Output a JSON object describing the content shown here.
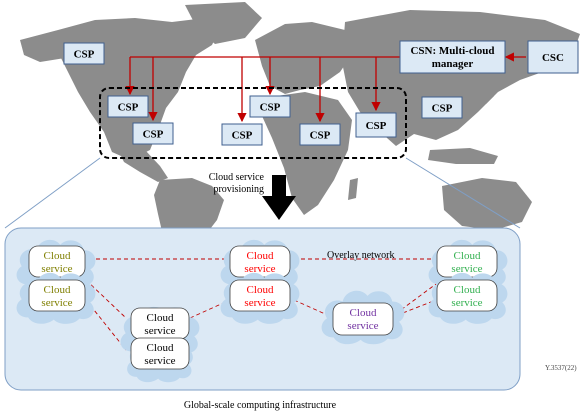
{
  "colors": {
    "land": "#8c8c8c",
    "box_fill": "#dce9f5",
    "box_stroke": "#3f5f8f",
    "arrow": "#c00000",
    "panel_fill": "#dce9f5",
    "panel_stroke": "#7f9fc6",
    "cloud_fill": "#bdd7ee",
    "overlay_link": "#c00000",
    "text_olive": "#7f7f00",
    "text_red": "#ff0000",
    "text_black": "#000000",
    "text_green": "#33b050",
    "text_purple": "#7030a0"
  },
  "map": {
    "csp_label": "CSP",
    "csn_label_line1": "CSN: Multi-cloud",
    "csn_label_line2": "manager",
    "csc_label": "CSC"
  },
  "provisioning": {
    "label_line1": "Cloud service",
    "label_line2": "provisioning"
  },
  "infrastructure": {
    "overlay_label": "Overlay network",
    "cloud_line1": "Cloud",
    "cloud_line2": "service",
    "caption": "Global-scale computing infrastructure"
  },
  "figure_ref": "Y.3537(22)"
}
